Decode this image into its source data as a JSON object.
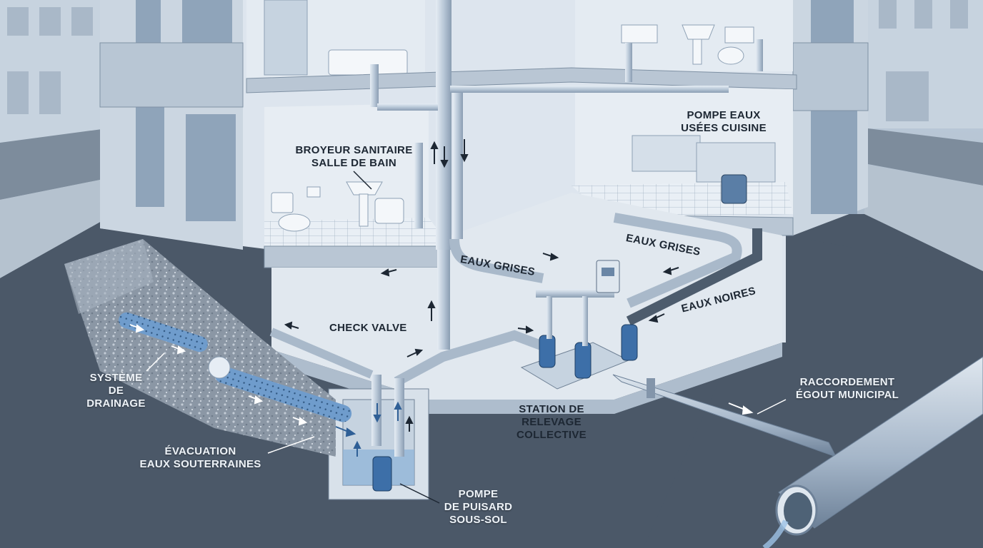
{
  "labels": {
    "broyeur": {
      "line1": "BROYEUR SANITAIRE",
      "line2": "SALLE DE BAIN"
    },
    "pompe_cuisine": {
      "line1": "POMPE EAUX",
      "line2": "USÉES CUISINE"
    },
    "eaux_grises_left": "EAUX GRISES",
    "eaux_grises_right": "EAUX GRISES",
    "eaux_noires": "EAUX NOIRES",
    "check_valve": "CHECK VALVE",
    "drainage": {
      "line1": "SYSTÈME",
      "line2": "DE DRAINAGE"
    },
    "evacuation": {
      "line1": "ÉVACUATION",
      "line2": "EAUX SOUTERRAINES"
    },
    "station": {
      "line1": "STATION DE",
      "line2": "RELEVAGE",
      "line3": "COLLECTIVE"
    },
    "raccordement": {
      "line1": "RACCORDEMENT",
      "line2": "ÉGOUT MUNICIPAL"
    },
    "pompe_puisard": {
      "line1": "POMPE",
      "line2": "DE PUISARD",
      "line3": "SOUS-SOL"
    }
  },
  "colors": {
    "ground": "#4b5868",
    "building_light": "#dde5ee",
    "building_mid": "#b9c6d4",
    "pipe": "#b7c6d6",
    "pump_blue": "#3d6fa8",
    "water": "#8fb4d8"
  }
}
